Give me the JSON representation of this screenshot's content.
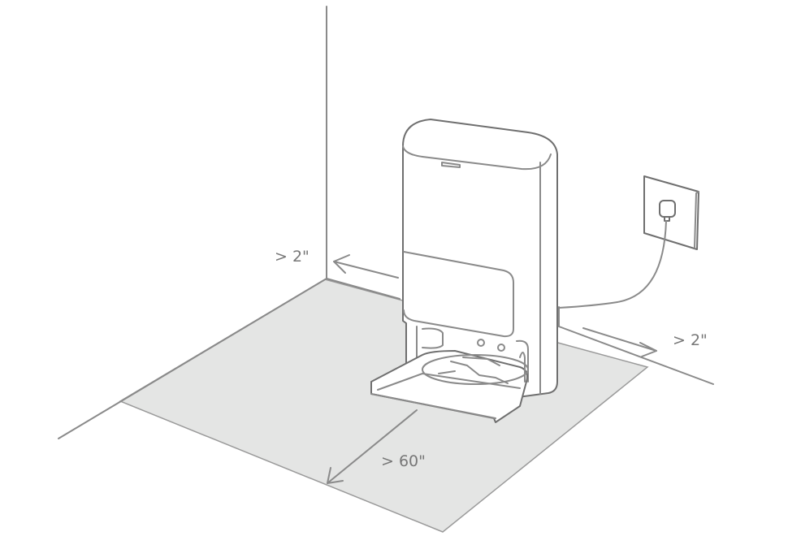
{
  "clearances": {
    "left": "> 2\"",
    "right": "> 2\"",
    "front": "> 60\""
  },
  "colors": {
    "floor": "#e4e5e4",
    "lines": "#8a8a8a"
  }
}
